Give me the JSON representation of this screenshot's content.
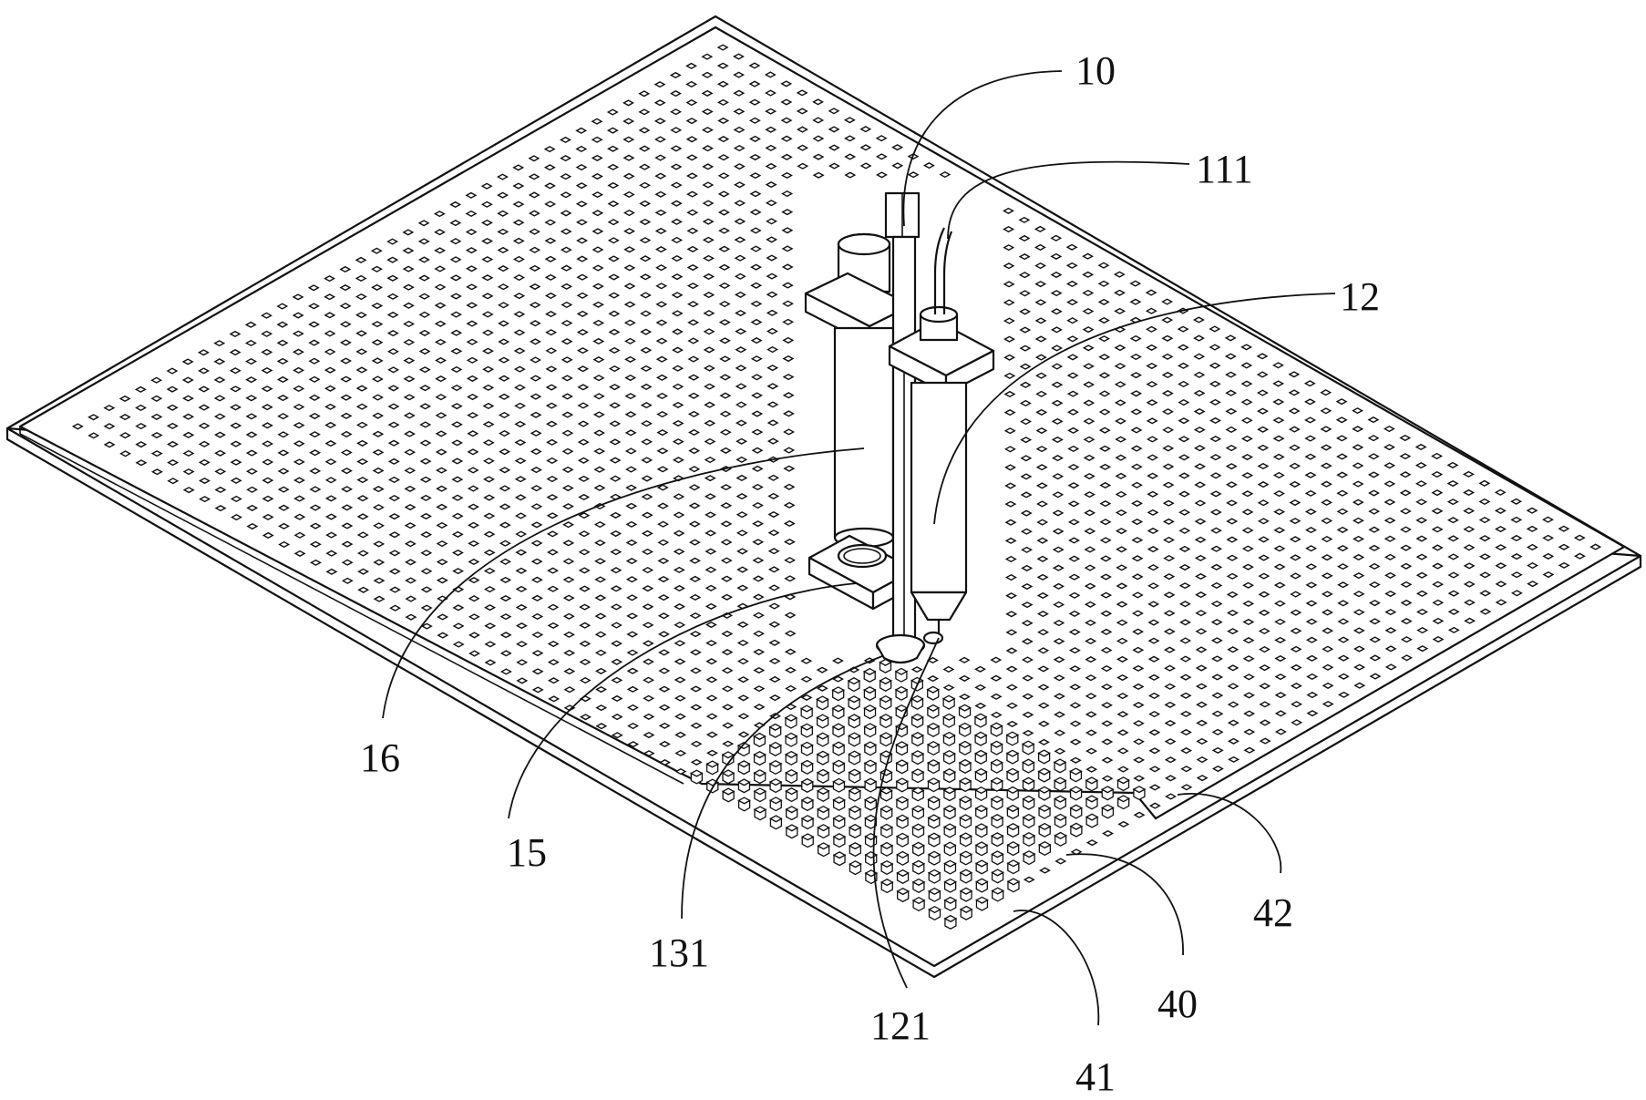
{
  "figure": {
    "reference_labels": [
      {
        "id": "10",
        "text": "10"
      },
      {
        "id": "111",
        "text": "111"
      },
      {
        "id": "12",
        "text": "12"
      },
      {
        "id": "16",
        "text": "16"
      },
      {
        "id": "15",
        "text": "15"
      },
      {
        "id": "131",
        "text": "131"
      },
      {
        "id": "121",
        "text": "121"
      },
      {
        "id": "40",
        "text": "40"
      },
      {
        "id": "41",
        "text": "41"
      },
      {
        "id": "42",
        "text": "42"
      }
    ],
    "colors": {
      "line": "#111111",
      "background": "#ffffff"
    }
  }
}
